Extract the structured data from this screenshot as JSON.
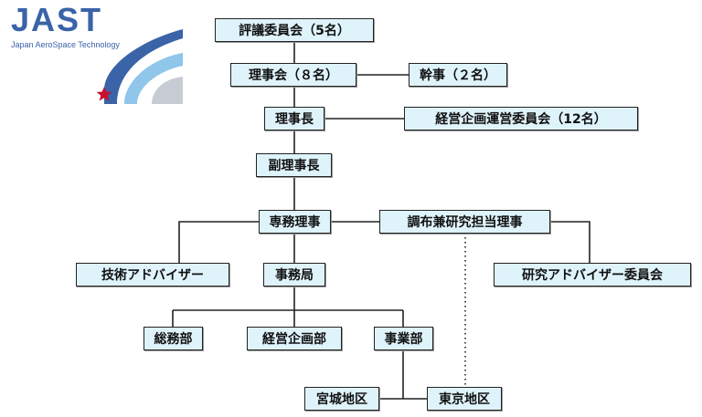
{
  "logo": {
    "title": "JAST",
    "subtitle": "Japan AeroSpace Technology",
    "colors": {
      "brand": "#3a63a8",
      "arc_light": "#8fc6ea",
      "arc_grey": "#c7ccd4",
      "star": "#c8102e"
    },
    "icon": "rocket-arc-logo"
  },
  "org": {
    "council": "評議委員会（5名）",
    "board": "理事会（８名）",
    "auditors": "幹事（２名）",
    "chairman": "理事長",
    "management_committee": "経営企画運営委員会（12名）",
    "vice_chairman": "副理事長",
    "executive_director": "専務理事",
    "research_director": "調布兼研究担当理事",
    "tech_advisor": "技術アドバイザー",
    "secretariat": "事務局",
    "research_advisory_committee": "研究アドバイザー委員会",
    "general_affairs": "総務部",
    "planning_dept": "経営企画部",
    "business_dept": "事業部",
    "miyagi": "宮城地区",
    "tokyo": "東京地区"
  },
  "colors": {
    "node_fill": "#dff3fb",
    "line": "#222222"
  }
}
